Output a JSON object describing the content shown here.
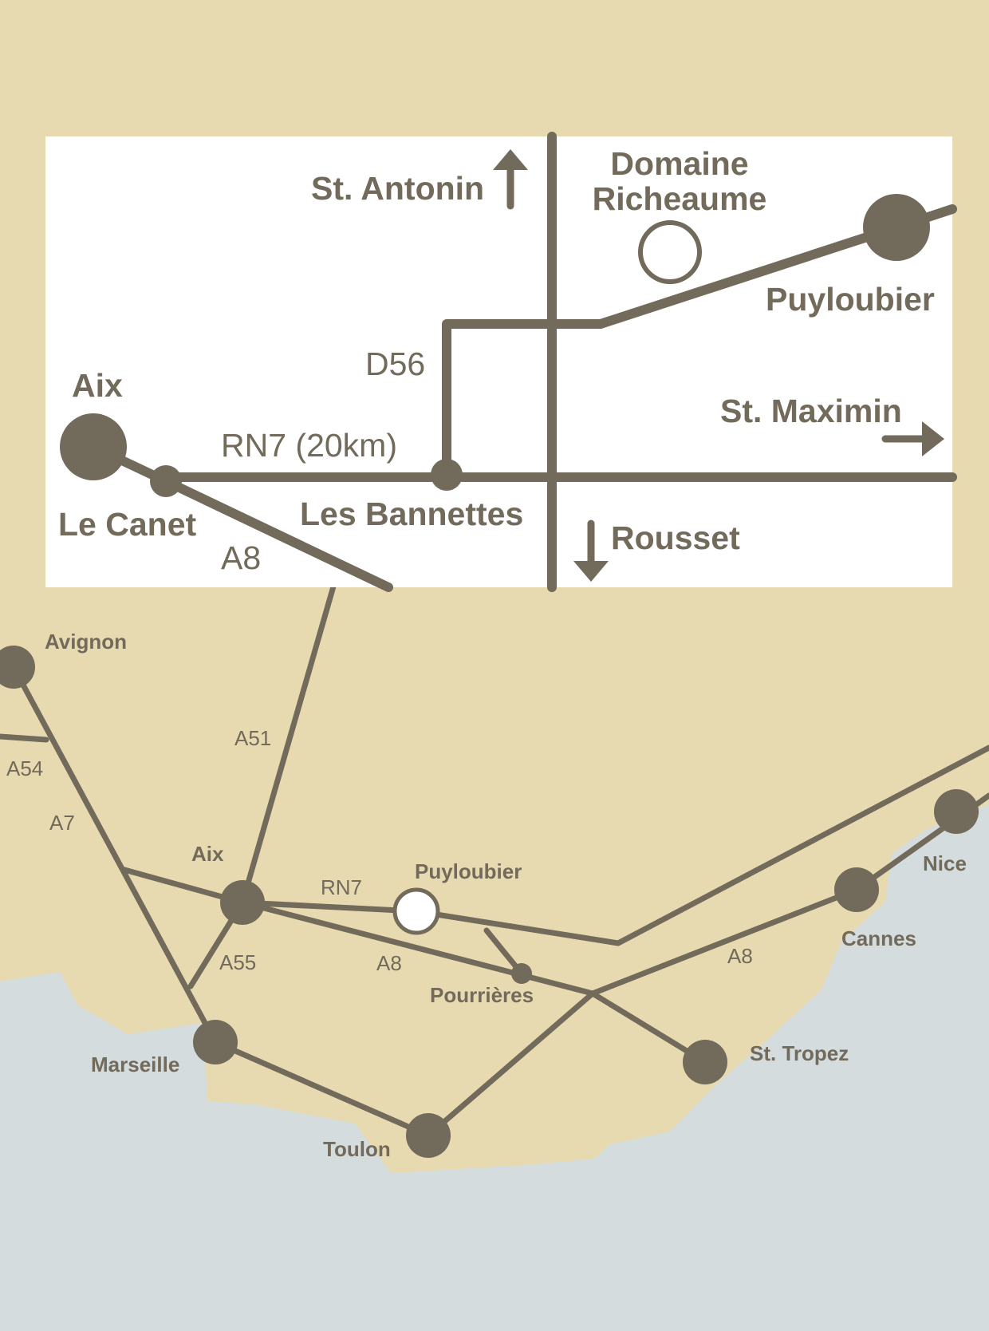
{
  "inset": {
    "places": {
      "aix": "Aix",
      "le_canet": "Le Canet",
      "les_bannettes": "Les Bannettes",
      "domaine_line1": "Domaine",
      "domaine_line2": "Richeaume",
      "puyloubier": "Puyloubier",
      "st_antonin": "St. Antonin",
      "st_maximin": "St. Maximin",
      "rousset": "Rousset"
    },
    "roads": {
      "rn7": "RN7 (20km)",
      "d56": "D56",
      "a8": "A8"
    }
  },
  "regional": {
    "places": {
      "avignon": "Avignon",
      "aix": "Aix",
      "puyloubier": "Puyloubier",
      "pourrieres": "Pourrières",
      "marseille": "Marseille",
      "toulon": "Toulon",
      "st_tropez": "St. Tropez",
      "cannes": "Cannes",
      "nice": "Nice"
    },
    "roads": {
      "a51": "A51",
      "a54": "A54",
      "a7": "A7",
      "a55": "A55",
      "rn7": "RN7",
      "a8_west": "A8",
      "a8_east": "A8"
    }
  },
  "colors": {
    "land": "#e8dab0",
    "sea": "#d4dcdd",
    "road": "#726a5a",
    "inset_bg": "#ffffff"
  }
}
